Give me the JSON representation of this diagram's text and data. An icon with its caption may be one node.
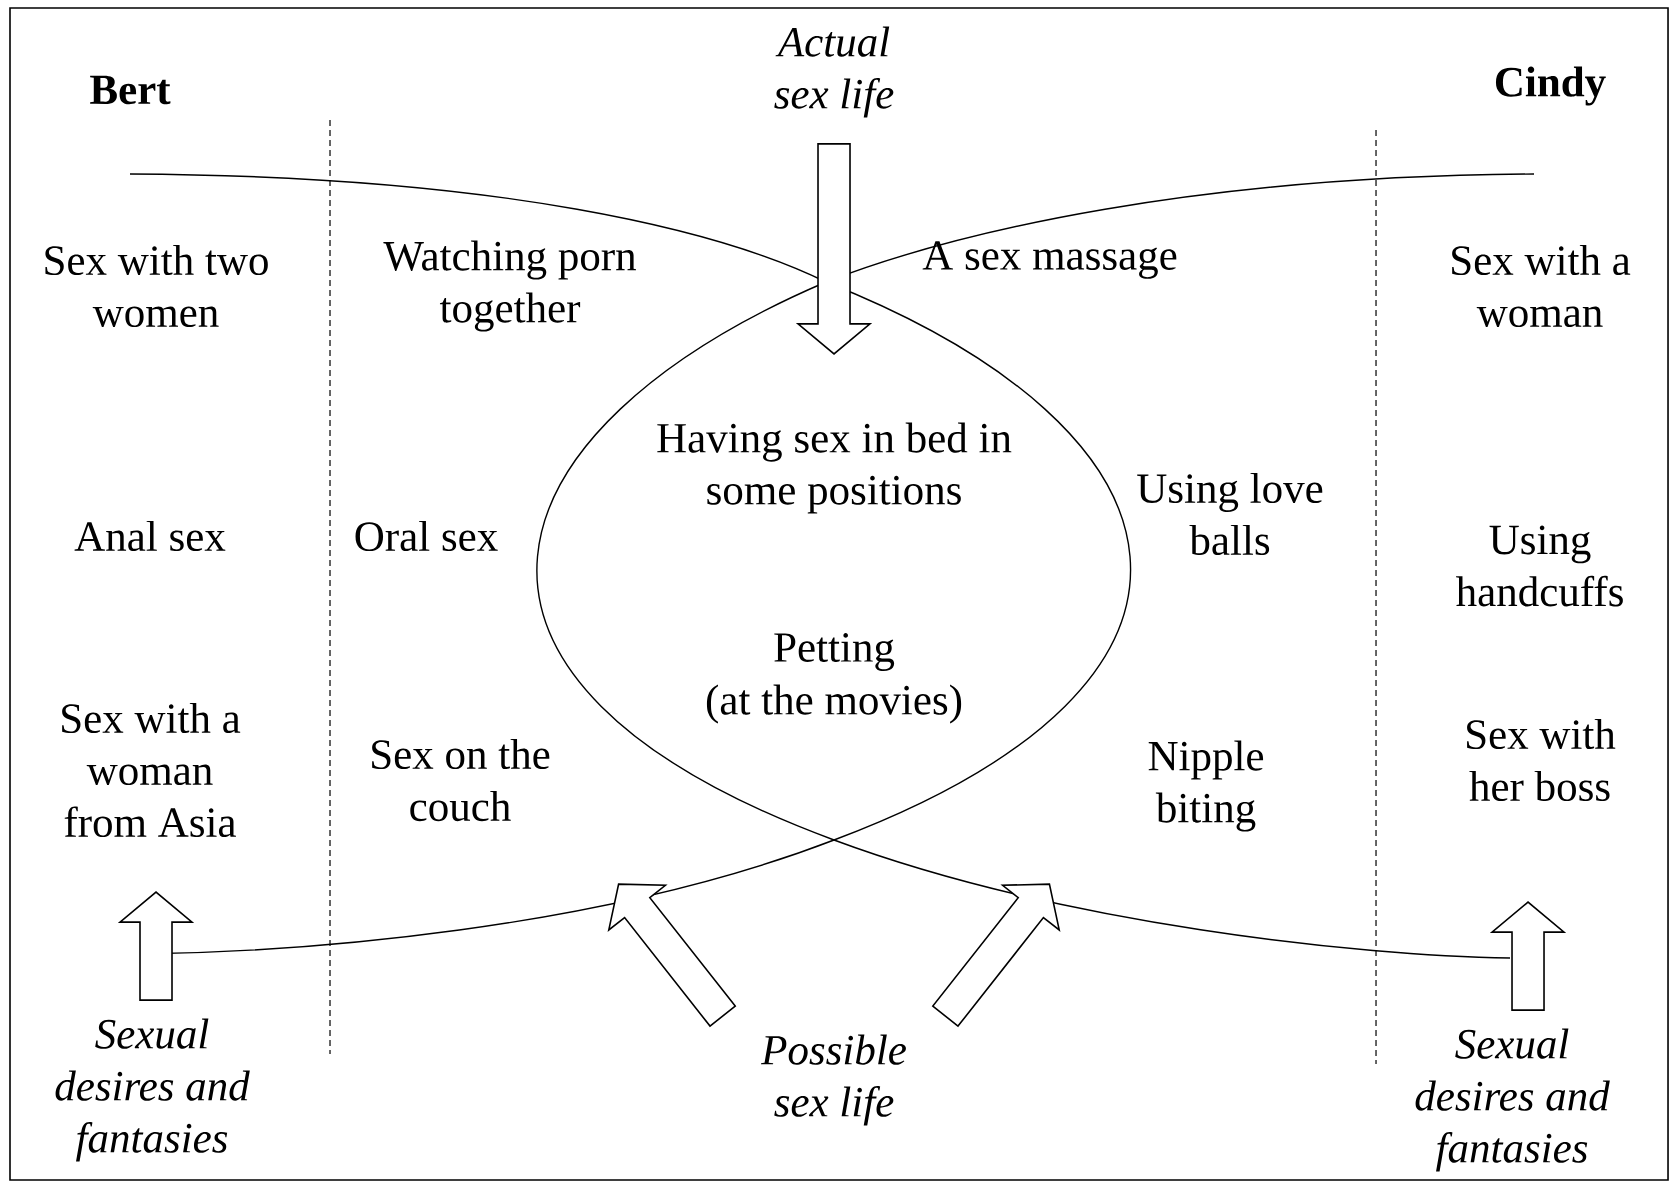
{
  "diagram": {
    "nodes": [
      {
        "text": [
          "Actual sex life"
        ]
      },
      {
        "text": [
          "Sexual desires and fantasies"
        ]
      },
      {
        "text": [
          "Possible sex life"
        ]
      },
      {
        "text": [
          "Sexual desires and fantasies"
        ]
      }
    ],
    "edges": [
      {
        "from": 0,
        "to": null,
        "arrow": "to"
      },
      {
        "from": 1,
        "to": null,
        "arrow": "to"
      },
      {
        "from": 2,
        "to": null,
        "arrow": "to"
      },
      {
        "from": 2,
        "to": null,
        "arrow": "to"
      },
      {
        "from": 3,
        "to": null,
        "arrow": "to"
      }
    ],
    "labels": [
      "Bert",
      "Cindy",
      "Sex with two women",
      "Watching porn together",
      "A sex massage",
      "Sex with a woman",
      "Having sex in bed in some positions",
      "Anal sex",
      "Oral sex",
      "Using love balls",
      "Using handcuffs",
      "Petting",
      "(at the movies)",
      "Sex with a woman from Asia",
      "Sex on the couch",
      "Nipple biting",
      "Sex with her boss"
    ]
  }
}
